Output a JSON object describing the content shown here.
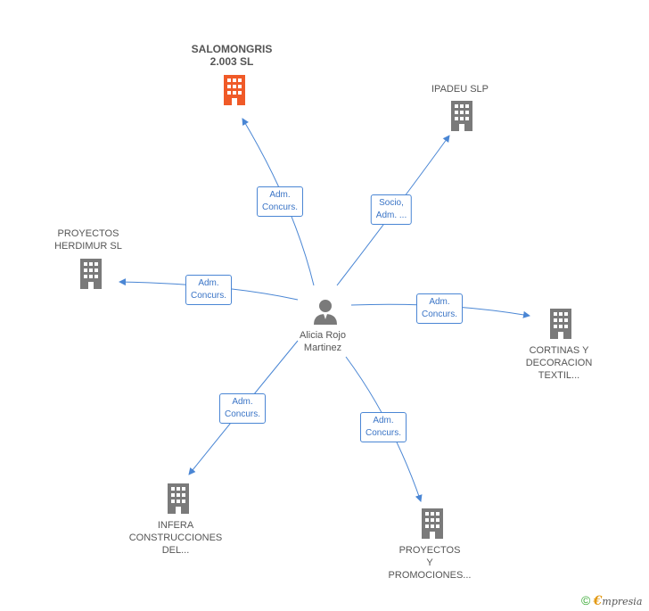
{
  "center": {
    "name_line1": "Alicia Rojo",
    "name_line2": "Martinez"
  },
  "nodes": {
    "salomongris": {
      "line1": "SALOMONGRIS",
      "line2": "2.003 SL",
      "color": "#f05a28"
    },
    "ipadeu": {
      "line1": "IPADEU SLP",
      "color": "#7a7a7a"
    },
    "herdimur": {
      "line1": "PROYECTOS",
      "line2": "HERDIMUR SL",
      "color": "#7a7a7a"
    },
    "cortinas": {
      "line1": "CORTINAS Y",
      "line2": "DECORACION",
      "line3": "TEXTIL...",
      "color": "#7a7a7a"
    },
    "infera": {
      "line1": "INFERA",
      "line2": "CONSTRUCCIONES",
      "line3": "DEL...",
      "color": "#7a7a7a"
    },
    "promociones": {
      "line1": "PROYECTOS",
      "line2": "Y",
      "line3": "PROMOCIONES...",
      "color": "#7a7a7a"
    }
  },
  "edges": {
    "salomongris": {
      "line1": "Adm.",
      "line2": "Concurs."
    },
    "ipadeu": {
      "line1": "Socio,",
      "line2": "Adm. ..."
    },
    "herdimur": {
      "line1": "Adm.",
      "line2": "Concurs."
    },
    "cortinas": {
      "line1": "Adm.",
      "line2": "Concurs."
    },
    "infera": {
      "line1": "Adm.",
      "line2": "Concurs."
    },
    "promociones": {
      "line1": "Adm.",
      "line2": "Concurs."
    }
  },
  "footer": {
    "symbol": "©",
    "brand_initial": "€",
    "brand_rest": "mpresia"
  },
  "colors": {
    "edge": "#4a86d4",
    "person": "#7a7a7a"
  }
}
